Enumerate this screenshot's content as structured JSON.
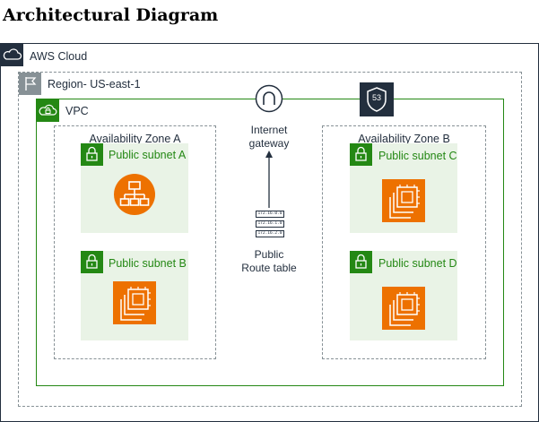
{
  "title": "Architectural Diagram",
  "aws_cloud": {
    "label": "AWS Cloud"
  },
  "region": {
    "label": "Region- US-east-1"
  },
  "vpc": {
    "label": "VPC"
  },
  "route53": {
    "badge": "53"
  },
  "availability_zones": [
    {
      "label": "Availability Zone A",
      "subnets": [
        {
          "label": "Public subnet A",
          "resource": "elastic-load-balancer-icon"
        },
        {
          "label": "Public subnet B",
          "resource": "ec2-instance-icon"
        }
      ]
    },
    {
      "label": "Availability Zone B",
      "subnets": [
        {
          "label": "Public subnet C",
          "resource": "ec2-instance-icon"
        },
        {
          "label": "Public subnet D",
          "resource": "ec2-instance-icon"
        }
      ]
    }
  ],
  "internet_gateway": {
    "line1": "Internet",
    "line2": "gateway"
  },
  "route_table": {
    "entries": [
      "172.16.0.0",
      "172.16.1.0",
      "172.16.2.0"
    ],
    "line1": "Public",
    "line2": "Route table"
  },
  "colors": {
    "vpc_green": "#248814",
    "subnet_fill": "#e9f3e6",
    "compute_orange": "#ed7100",
    "navy": "#232f3e"
  }
}
